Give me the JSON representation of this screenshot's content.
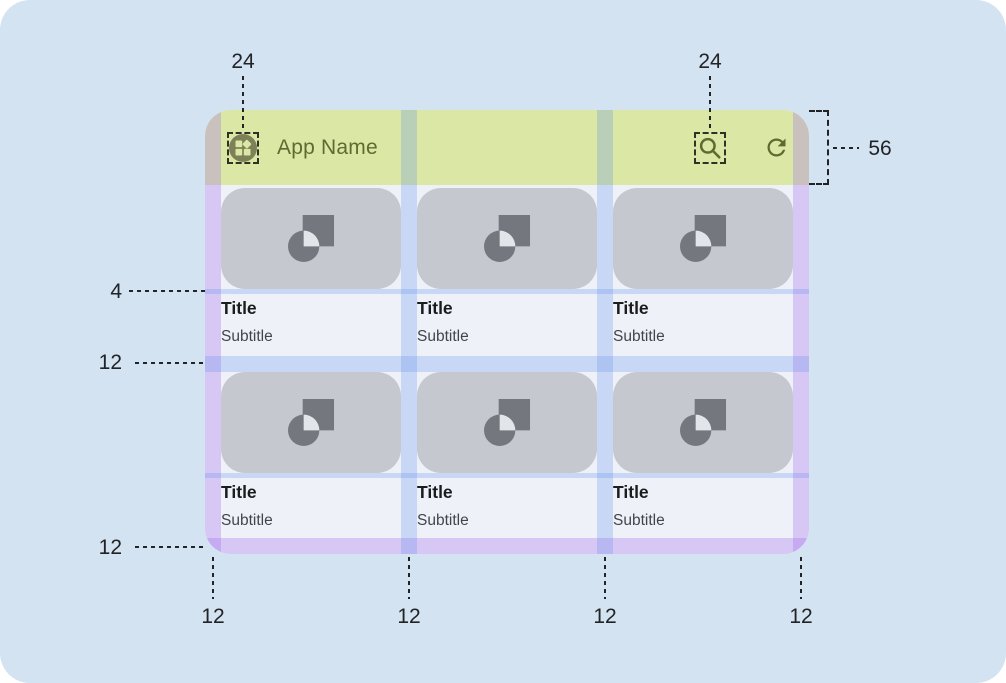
{
  "app": {
    "name": "App Name",
    "icons": {
      "leading": "widgets-icon",
      "trailing_1": "search-icon",
      "trailing_2": "refresh-icon",
      "card_placeholder": "image-placeholder-icon"
    }
  },
  "cards": [
    {
      "title": "Title",
      "subtitle": "Subtitle"
    },
    {
      "title": "Title",
      "subtitle": "Subtitle"
    },
    {
      "title": "Title",
      "subtitle": "Subtitle"
    },
    {
      "title": "Title",
      "subtitle": "Subtitle"
    },
    {
      "title": "Title",
      "subtitle": "Subtitle"
    },
    {
      "title": "Title",
      "subtitle": "Subtitle"
    }
  ],
  "annotations": {
    "icon_size_left": "24",
    "icon_size_right": "24",
    "header_height": "56",
    "image_text_gap": "4",
    "row_gap": "12",
    "bottom_margin": "12",
    "bottom_cols": [
      "12",
      "12",
      "12",
      "12"
    ]
  },
  "colors": {
    "canvas_bg": "#d3e3f2",
    "header_bg": "#dbe7a5",
    "olive": "#5d6b31",
    "avatar_bg": "#7e8158",
    "content_bg": "#eef1f8",
    "card_image_bg": "#c5c8cf",
    "card_icon": "#74777e",
    "card_icon_cut": "#e2e5ea",
    "title_text": "#1b1c1e",
    "subtitle_text": "#41454c",
    "margin_overlay": "rgba(166,112,238,0.32)",
    "gutter_overlay": "rgba(99,144,238,0.27)",
    "annotation": "#222326"
  }
}
